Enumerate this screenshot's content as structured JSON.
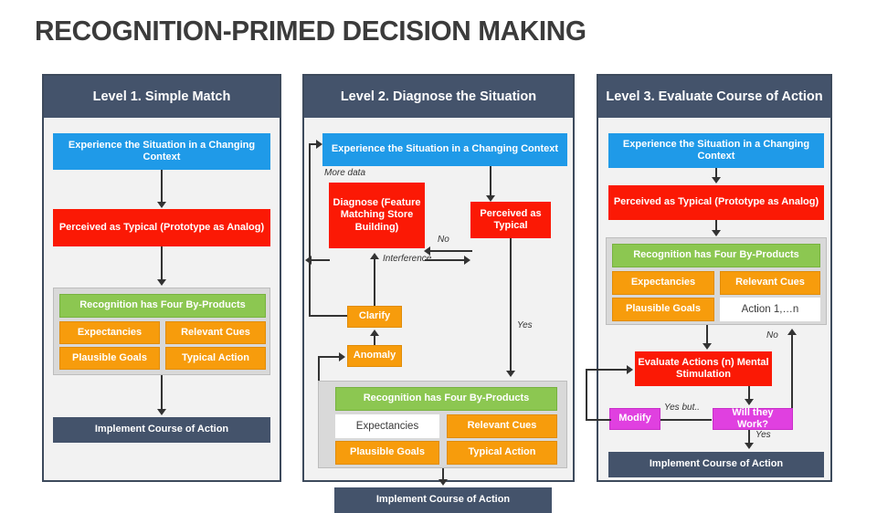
{
  "title": "RECOGNITION-PRIMED DECISION MAKING",
  "colors": {
    "panel_border": "#3d4a5c",
    "panel_header": "#44536b",
    "panel_bg": "#f2f2f2",
    "blue": "#1f9ae8",
    "red": "#fb1905",
    "orange": "#f79c0c",
    "green": "#8cc751",
    "magenta": "#e040e0",
    "dark": "#44536b",
    "white": "#ffffff",
    "connector": "#333333",
    "title_text": "#3b3b3b"
  },
  "level1": {
    "header": "Level 1. Simple Match",
    "experience": "Experience the Situation in a Changing Context",
    "perceived": "Perceived as Typical (Prototype as Analog)",
    "byproducts_header": "Recognition has Four By-Products",
    "byproducts": [
      "Expectancies",
      "Relevant Cues",
      "Plausible Goals",
      "Typical Action"
    ],
    "implement": "Implement Course of Action"
  },
  "level2": {
    "header": "Level 2. Diagnose the Situation",
    "experience": "Experience the Situation in a Changing Context",
    "diagnose": "Diagnose (Feature Matching Store Building)",
    "perceived": "Perceived as Typical",
    "clarify": "Clarify",
    "anomaly": "Anomaly",
    "byproducts_header": "Recognition has Four By-Products",
    "byproducts": [
      "Expectancies",
      "Relevant Cues",
      "Plausible Goals",
      "Typical Action"
    ],
    "implement": "Implement Course of Action",
    "labels": {
      "more_data": "More data",
      "no": "No",
      "interference": "Interference",
      "yes": "Yes"
    }
  },
  "level3": {
    "header": "Level 3. Evaluate Course of Action",
    "experience": "Experience the Situation in a Changing Context",
    "perceived": "Perceived as Typical (Prototype as Analog)",
    "byproducts_header": "Recognition has Four By-Products",
    "byproducts": [
      "Expectancies",
      "Relevant Cues",
      "Plausible Goals",
      "Action 1,…n"
    ],
    "evaluate": "Evaluate Actions (n) Mental Stimulation",
    "will_they_work": "Will they Work?",
    "modify": "Modify",
    "implement": "Implement Course of Action",
    "labels": {
      "no": "No",
      "yes_but": "Yes but..",
      "yes": "Yes"
    }
  }
}
